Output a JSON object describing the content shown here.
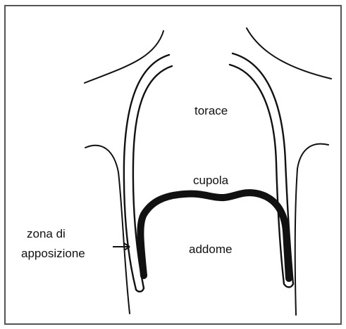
{
  "labels": {
    "torace": "torace",
    "cupola": "cupola",
    "addome": "addome",
    "zona_line1": "zona di",
    "zona_line2": "apposizione"
  },
  "colors": {
    "ink": "#111111",
    "frame": "#555555",
    "diaphragm": "#111111"
  }
}
